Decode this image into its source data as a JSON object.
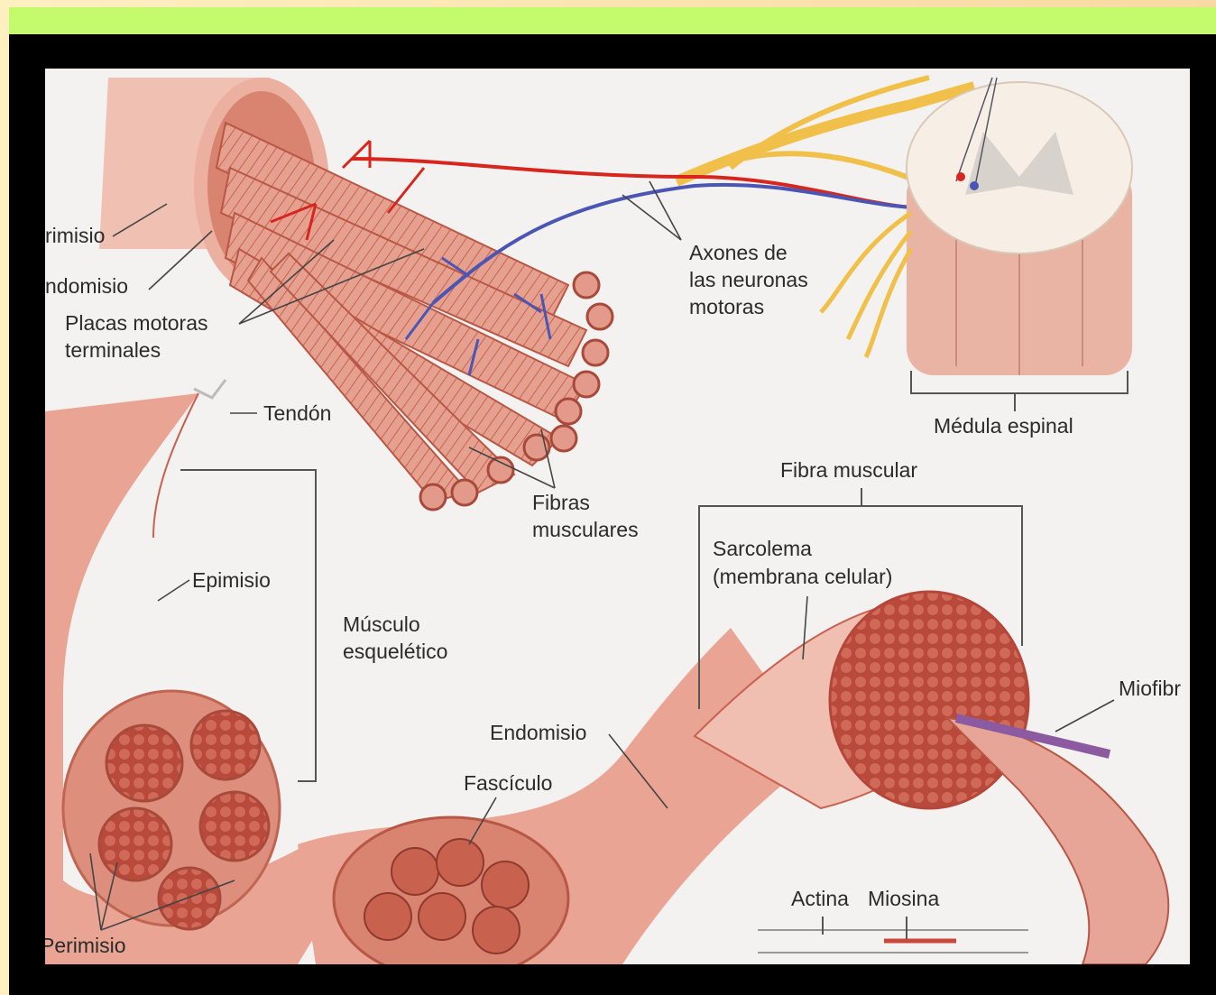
{
  "labels": {
    "perimisio_top": "rimisio",
    "endomisio_top": "ndomisio",
    "placas_1": "Placas motoras",
    "placas_2": "terminales",
    "axones_1": "Axones de",
    "axones_2": "las neuronas",
    "axones_3": "motoras",
    "medula": "Médula espinal",
    "tendon": "Tendón",
    "fibras_1": "Fibras",
    "fibras_2": "musculares",
    "fibra_muscular": "Fibra muscular",
    "sarcolema_1": "Sarcolema",
    "sarcolema_2": "(membrana celular)",
    "epimisio": "Epimisio",
    "musculo_1": "Músculo",
    "musculo_2": "esquelético",
    "miofibr": "Miofibr",
    "endomisio_bottom": "Endomisio",
    "fasciculo": "Fascículo",
    "actina": "Actina",
    "miosina": "Miosina",
    "perimisio_bottom": "Perimisio"
  },
  "colors": {
    "frame_top_bar": "#c4fb6d",
    "panel": "#000000",
    "muscle": "#e9a493",
    "muscle_dark": "#c9614f",
    "nerve_red": "#d7261e",
    "nerve_blue": "#4a55b4",
    "nerve_yellow": "#f1c04a"
  }
}
